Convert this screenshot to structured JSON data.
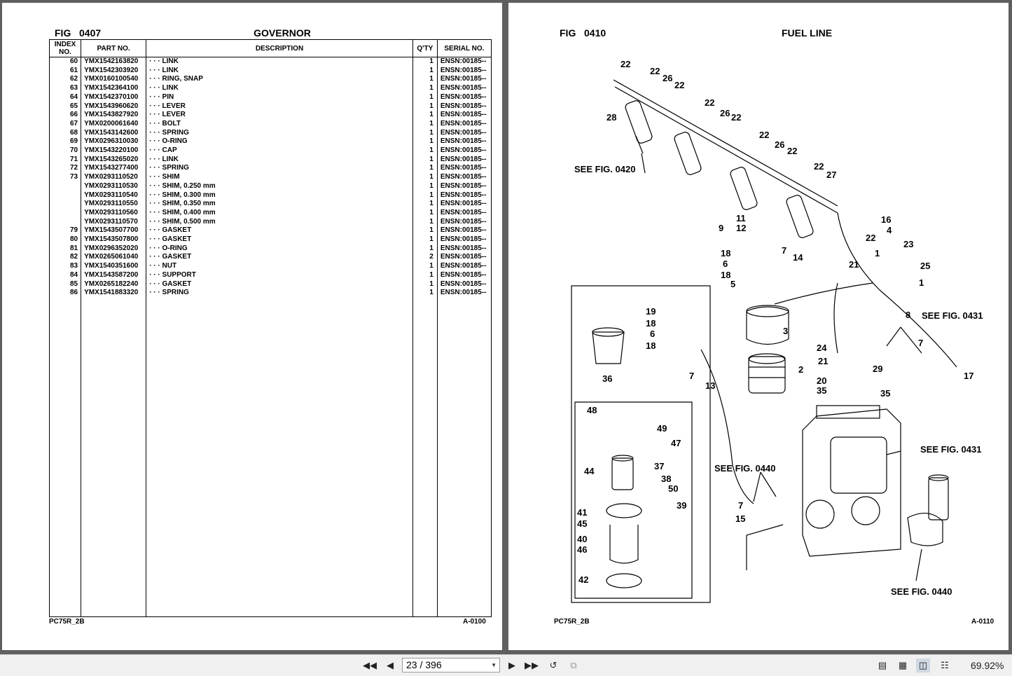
{
  "left_page": {
    "fig_label": "FIG",
    "fig_number": "0407",
    "title": "GOVERNOR",
    "columns": {
      "index": "INDEX NO.",
      "part_no": "PART NO.",
      "description": "DESCRIPTION",
      "qty": "Q'TY",
      "serial": "SERIAL NO."
    },
    "rows": [
      {
        "idx": "60",
        "part": "YMX1542163820",
        "desc": "· · ·  LINK",
        "qty": "1",
        "serial": "ENSN:00185--"
      },
      {
        "idx": "61",
        "part": "YMX1542303920",
        "desc": "· · ·  LINK",
        "qty": "1",
        "serial": "ENSN:00185--"
      },
      {
        "idx": "62",
        "part": "YMX0160100540",
        "desc": "· · ·  RING, SNAP",
        "qty": "1",
        "serial": "ENSN:00185--"
      },
      {
        "idx": "63",
        "part": "YMX1542364100",
        "desc": "· · ·  LINK",
        "qty": "1",
        "serial": "ENSN:00185--"
      },
      {
        "idx": "64",
        "part": "YMX1542370100",
        "desc": "· · ·  PIN",
        "qty": "1",
        "serial": "ENSN:00185--"
      },
      {
        "idx": "65",
        "part": "YMX1543960620",
        "desc": "· · ·  LEVER",
        "qty": "1",
        "serial": "ENSN:00185--"
      },
      {
        "idx": "66",
        "part": "YMX1543827920",
        "desc": "· · ·  LEVER",
        "qty": "1",
        "serial": "ENSN:00185--"
      },
      {
        "idx": "67",
        "part": "YMX0200061640",
        "desc": "· · ·  BOLT",
        "qty": "1",
        "serial": "ENSN:00185--"
      },
      {
        "idx": "68",
        "part": "YMX1543142600",
        "desc": "· · ·  SPRING",
        "qty": "1",
        "serial": "ENSN:00185--"
      },
      {
        "idx": "69",
        "part": "YMX0296310030",
        "desc": "· · ·  O-RING",
        "qty": "1",
        "serial": "ENSN:00185--"
      },
      {
        "idx": "70",
        "part": "YMX1543220100",
        "desc": "· · ·  CAP",
        "qty": "1",
        "serial": "ENSN:00185--"
      },
      {
        "idx": "71",
        "part": "YMX1543265020",
        "desc": "· · ·  LINK",
        "qty": "1",
        "serial": "ENSN:00185--"
      },
      {
        "idx": "72",
        "part": "YMX1543277400",
        "desc": "· · ·  SPRING",
        "qty": "1",
        "serial": "ENSN:00185--"
      },
      {
        "idx": "73",
        "part": "YMX0293110520",
        "desc": "· · ·  SHIM",
        "qty": "1",
        "serial": "ENSN:00185--"
      },
      {
        "idx": "",
        "part": "YMX0293110530",
        "desc": "· · ·  SHIM, 0.250 mm",
        "qty": "1",
        "serial": "ENSN:00185--"
      },
      {
        "idx": "",
        "part": "YMX0293110540",
        "desc": "· · ·  SHIM, 0.300 mm",
        "qty": "1",
        "serial": "ENSN:00185--"
      },
      {
        "idx": "",
        "part": "YMX0293110550",
        "desc": "· · ·  SHIM, 0.350 mm",
        "qty": "1",
        "serial": "ENSN:00185--"
      },
      {
        "idx": "",
        "part": "YMX0293110560",
        "desc": "· · ·  SHIM, 0.400 mm",
        "qty": "1",
        "serial": "ENSN:00185--"
      },
      {
        "idx": "",
        "part": "YMX0293110570",
        "desc": "· · ·  SHIM, 0.500 mm",
        "qty": "1",
        "serial": "ENSN:00185--"
      },
      {
        "idx": "79",
        "part": "YMX1543507700",
        "desc": "· · ·  GASKET",
        "qty": "1",
        "serial": "ENSN:00185--"
      },
      {
        "idx": "80",
        "part": "YMX1543507800",
        "desc": "· · ·  GASKET",
        "qty": "1",
        "serial": "ENSN:00185--"
      },
      {
        "idx": "81",
        "part": "YMX0296352020",
        "desc": "· · ·  O-RING",
        "qty": "1",
        "serial": "ENSN:00185--"
      },
      {
        "idx": "82",
        "part": "YMX0265061040",
        "desc": "· · ·  GASKET",
        "qty": "2",
        "serial": "ENSN:00185--"
      },
      {
        "idx": "83",
        "part": "YMX1540351600",
        "desc": "· · ·  NUT",
        "qty": "1",
        "serial": "ENSN:00185--"
      },
      {
        "idx": "84",
        "part": "YMX1543587200",
        "desc": "· · ·  SUPPORT",
        "qty": "1",
        "serial": "ENSN:00185--"
      },
      {
        "idx": "85",
        "part": "YMX0265182240",
        "desc": "· · ·  GASKET",
        "qty": "1",
        "serial": "ENSN:00185--"
      },
      {
        "idx": "86",
        "part": "YMX1541883320",
        "desc": "· · ·  SPRING",
        "qty": "1",
        "serial": "ENSN:00185--"
      }
    ],
    "footer_left": "PC75R_2B",
    "footer_right": "A-0100"
  },
  "right_page": {
    "fig_label": "FIG",
    "fig_number": "0410",
    "title": "FUEL LINE",
    "callouts": {
      "see_0420": "SEE FIG. 0420",
      "see_0431_a": "SEE FIG. 0431",
      "see_0431_b": "SEE FIG. 0431",
      "see_0440_a": "SEE FIG. 0440",
      "see_0440_b": "SEE FIG. 0440"
    },
    "footer_left": "PC75R_2B",
    "footer_right": "A-0110"
  },
  "toolbar": {
    "page_indicator": "23 / 396",
    "zoom": "69.92%",
    "icons": [
      "first-page-icon",
      "prev-page-icon",
      "next-page-icon",
      "last-page-icon",
      "rotate-icon",
      "fit-icon",
      "single-page-view-icon",
      "continuous-view-icon",
      "two-page-view-icon",
      "two-page-continuous-view-icon"
    ]
  }
}
